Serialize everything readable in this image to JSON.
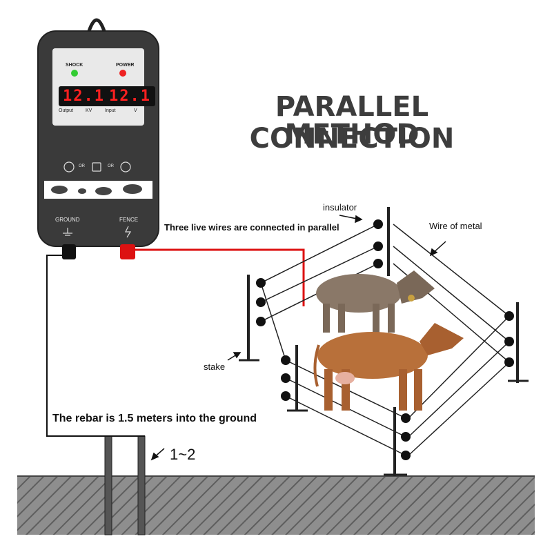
{
  "title": {
    "line1": "PARALLEL CONNECTION",
    "line2": "METHOD"
  },
  "device": {
    "shock_label": "SHOCK",
    "power_label": "POWER",
    "display_left_value": "12.1",
    "display_right_value": "12.1",
    "display_left_caption": "Output",
    "display_left_unit": "KV",
    "display_right_caption": "Input",
    "display_right_unit": "V",
    "or_1": "OR",
    "or_2": "OR",
    "ground_label": "GROUND",
    "fence_label": "FENCE",
    "shock_led_color": "#33cc33",
    "power_led_color": "#ee2222"
  },
  "annotations": {
    "parallel_note": "Three live wires are connected in parallel",
    "insulator": "insulator",
    "wire_of_metal": "Wire of metal",
    "stake": "stake",
    "rebar_note": "The rebar is 1.5 meters into the ground",
    "rebar_count": "1~2"
  },
  "colors": {
    "title": "#3d3d3d",
    "live_wire": "#dd1111",
    "ground_wire": "#111111",
    "device_body": "#3a3a3a",
    "ground_fill": "#8a8a8a"
  }
}
